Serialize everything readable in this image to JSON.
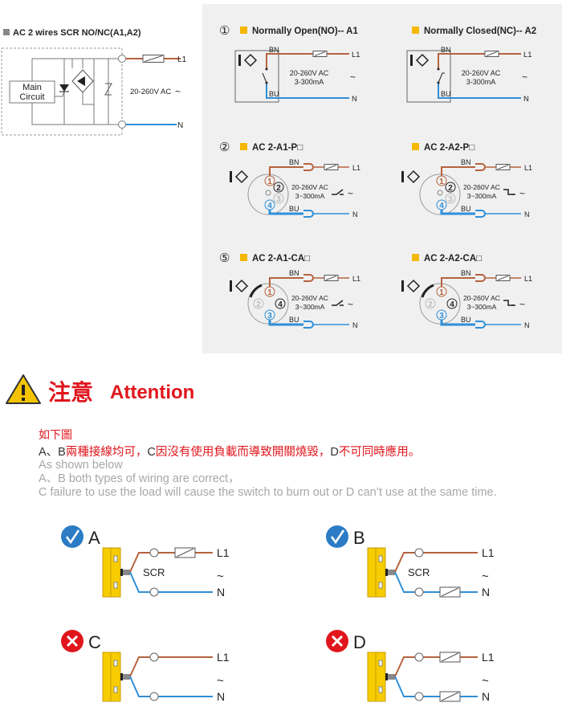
{
  "colors": {
    "brown": "#b5633e",
    "blue": "#2f8fd8",
    "red": "#e0161c",
    "gray": "#a0a0a0",
    "yellow": "#f5b800",
    "panel": "#f0f0f0"
  },
  "left": {
    "title": "AC 2 wires SCR NO/NC(A1,A2)",
    "main_circuit": [
      "Main",
      "Circuit"
    ],
    "voltage": "20-260V AC",
    "tilde": "~",
    "l1": "L1",
    "n": "N"
  },
  "panels": [
    {
      "num": "①",
      "title": "Normally Open(NO)-- A1",
      "type": "box",
      "sw": "NO",
      "v": "20-260V AC",
      "i": "3-300mA"
    },
    {
      "num": "",
      "title": "Normally Closed(NC)-- A2",
      "type": "box",
      "sw": "NC",
      "v": "20-260V AC",
      "i": "3-300mA"
    },
    {
      "num": "②",
      "title": "AC 2-A1-P□",
      "type": "p",
      "sw": "NO",
      "v": "20-260V AC",
      "i": "3~300mA"
    },
    {
      "num": "",
      "title": "AC 2-A2-P□",
      "type": "p",
      "sw": "NC",
      "v": "20-260V AC",
      "i": "3~300mA"
    },
    {
      "num": "⑤",
      "title": "AC 2-A1-CA□",
      "type": "ca",
      "sw": "NO",
      "v": "20-260V AC",
      "i": "3~300mA"
    },
    {
      "num": "",
      "title": "AC 2-A2-CA□",
      "type": "ca",
      "sw": "NC",
      "v": "20-260V AC",
      "i": "3~300mA"
    }
  ],
  "wire_labels": {
    "bn": "BN",
    "bu": "BU",
    "l1": "L1",
    "n": "N",
    "tilde": "~",
    "pins": [
      "1",
      "2",
      "3",
      "4"
    ]
  },
  "attention": {
    "zh": "注意",
    "en": "Attention"
  },
  "notes": {
    "zh_title": "如下圖",
    "zh_line": [
      {
        "t": "A、B",
        "c": "black"
      },
      {
        "t": "兩種接線均可，",
        "c": "red"
      },
      {
        "t": "C",
        "c": "black"
      },
      {
        "t": "因沒有使用負載而導致開關燒毀，",
        "c": "red"
      },
      {
        "t": "D",
        "c": "black"
      },
      {
        "t": "不可同時應用。",
        "c": "red"
      }
    ],
    "en": [
      "As shown below",
      "A、B both types of wiring are correct，",
      "C failure to use the load will cause the switch to burn out or D can’t use at the same time."
    ]
  },
  "examples": [
    {
      "letter": "A",
      "status": "correct",
      "scr": "SCR",
      "load_l1": true,
      "load_n": false
    },
    {
      "letter": "B",
      "status": "correct",
      "scr": "SCR",
      "load_l1": false,
      "load_n": true
    },
    {
      "letter": "C",
      "status": "wrong",
      "scr": "",
      "load_l1": false,
      "load_n": false
    },
    {
      "letter": "D",
      "status": "wrong",
      "scr": "",
      "load_l1": true,
      "load_n": true
    }
  ]
}
